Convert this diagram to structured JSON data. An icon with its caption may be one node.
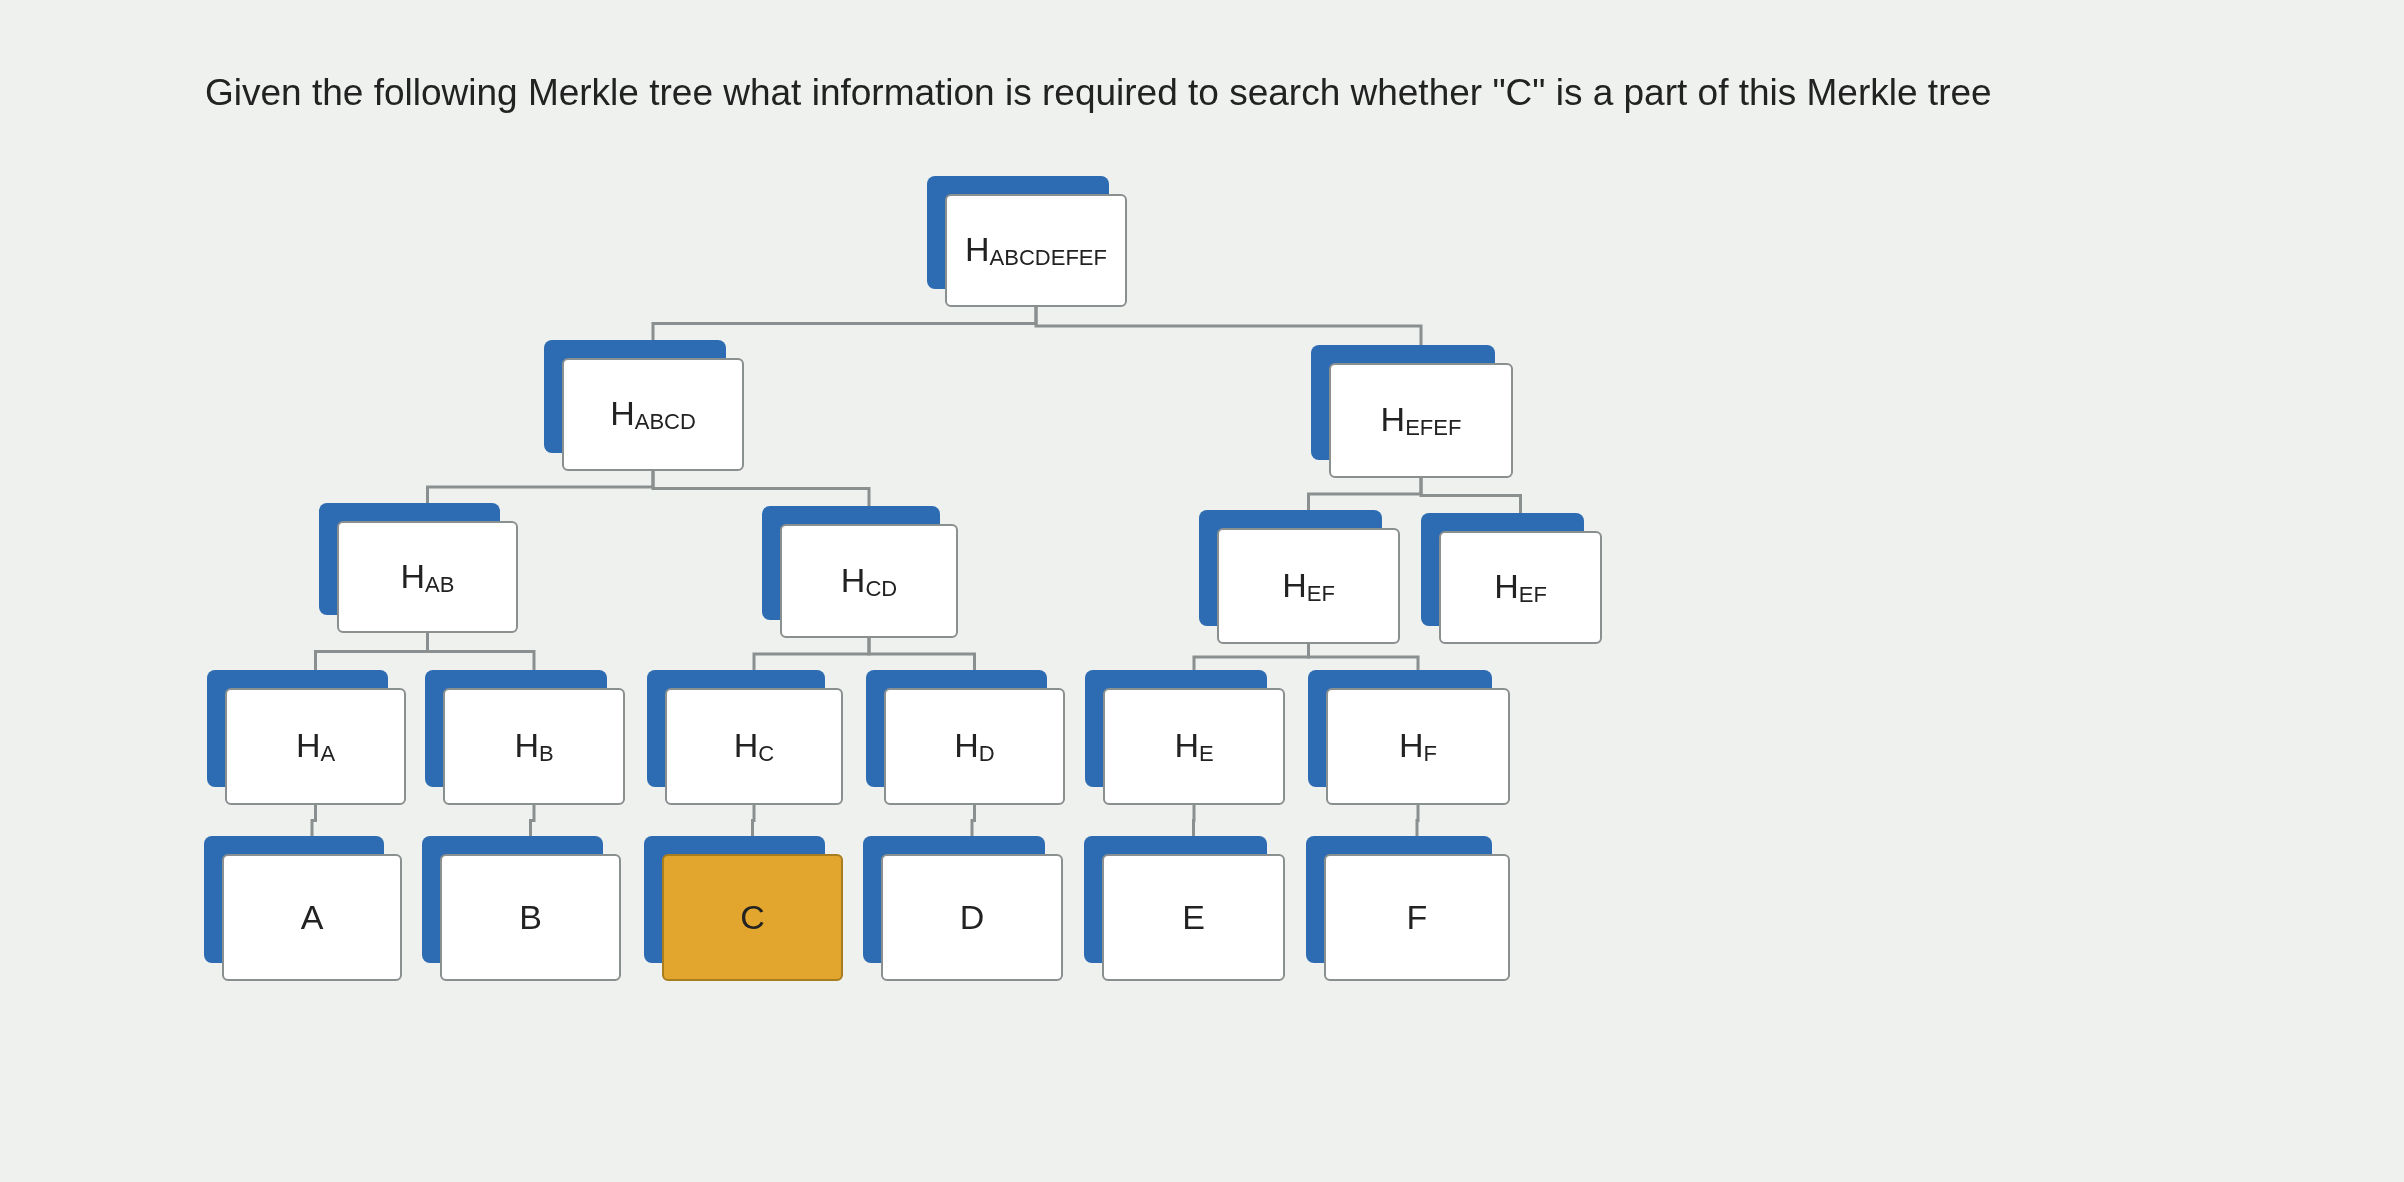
{
  "diagram": {
    "title": "Given the following Merkle tree what information is required to search whether \"C\" is a part of this Merkle tree",
    "nodes": [
      {
        "text": [
          "H$_{ABCDEFEF}$"
        ]
      },
      {
        "text": [
          "H$_{ABCD}$"
        ]
      },
      {
        "text": [
          "H$_{EFEF}$"
        ]
      },
      {
        "text": [
          "H$_{AB}$"
        ]
      },
      {
        "text": [
          "H$_{CD}$"
        ]
      },
      {
        "text": [
          "H$_{EF}$"
        ]
      },
      {
        "text": [
          "H$_{EF}$"
        ]
      },
      {
        "text": [
          "H$_{A}$"
        ]
      },
      {
        "text": [
          "H$_{B}$"
        ]
      },
      {
        "text": [
          "H$_{C}$"
        ]
      },
      {
        "text": [
          "H$_{D}$"
        ]
      },
      {
        "text": [
          "H$_{E}$"
        ]
      },
      {
        "text": [
          "H$_{F}$"
        ]
      },
      {
        "text": [
          "A"
        ]
      },
      {
        "text": [
          "B"
        ]
      },
      {
        "text": [
          "C"
        ]
      },
      {
        "text": [
          "D"
        ]
      },
      {
        "text": [
          "E"
        ]
      },
      {
        "text": [
          "F"
        ]
      }
    ],
    "edges": [
      {
        "from": 0,
        "to": 1,
        "arrow": "none"
      },
      {
        "from": 0,
        "to": 2,
        "arrow": "none"
      },
      {
        "from": 1,
        "to": 3,
        "arrow": "none"
      },
      {
        "from": 1,
        "to": 4,
        "arrow": "none"
      },
      {
        "from": 2,
        "to": 5,
        "arrow": "none"
      },
      {
        "from": 2,
        "to": 6,
        "arrow": "none"
      },
      {
        "from": 3,
        "to": 7,
        "arrow": "none"
      },
      {
        "from": 3,
        "to": 8,
        "arrow": "none"
      },
      {
        "from": 4,
        "to": 9,
        "arrow": "none"
      },
      {
        "from": 4,
        "to": 10,
        "arrow": "none"
      },
      {
        "from": 5,
        "to": 11,
        "arrow": "none"
      },
      {
        "from": 5,
        "to": 12,
        "arrow": "none"
      },
      {
        "from": 7,
        "to": 13,
        "arrow": "none"
      },
      {
        "from": 8,
        "to": 14,
        "arrow": "none"
      },
      {
        "from": 9,
        "to": 15,
        "arrow": "none"
      },
      {
        "from": 10,
        "to": 16,
        "arrow": "none"
      },
      {
        "from": 11,
        "to": 17,
        "arrow": "none"
      },
      {
        "from": 12,
        "to": 18,
        "arrow": "none"
      }
    ]
  }
}
